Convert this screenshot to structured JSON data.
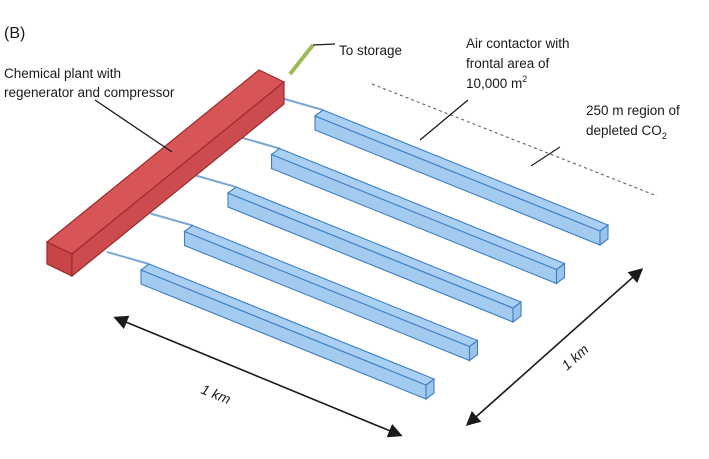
{
  "panel_label": "(B)",
  "labels": {
    "storage": "To storage",
    "plant_line1": "Chemical plant with",
    "plant_line2": "regenerator and compressor",
    "contactor_line1": "Air contactor with",
    "contactor_line2": "frontal area  of",
    "contactor_line3_main": "10,000 m",
    "contactor_line3_sup": "2",
    "region_line1": "250 m region of",
    "region_line2_main": "depleted CO",
    "region_line2_sub": "2",
    "dim_width": "1 km",
    "dim_depth": "1 km"
  },
  "colors": {
    "plant": "#d75557",
    "plant_edge": "#9b2b2d",
    "contactor": "#a9d0f3",
    "contactor_edge": "#3f7fc0",
    "pipe_to_storage": "#9bbb59"
  },
  "contactor_count": 5
}
